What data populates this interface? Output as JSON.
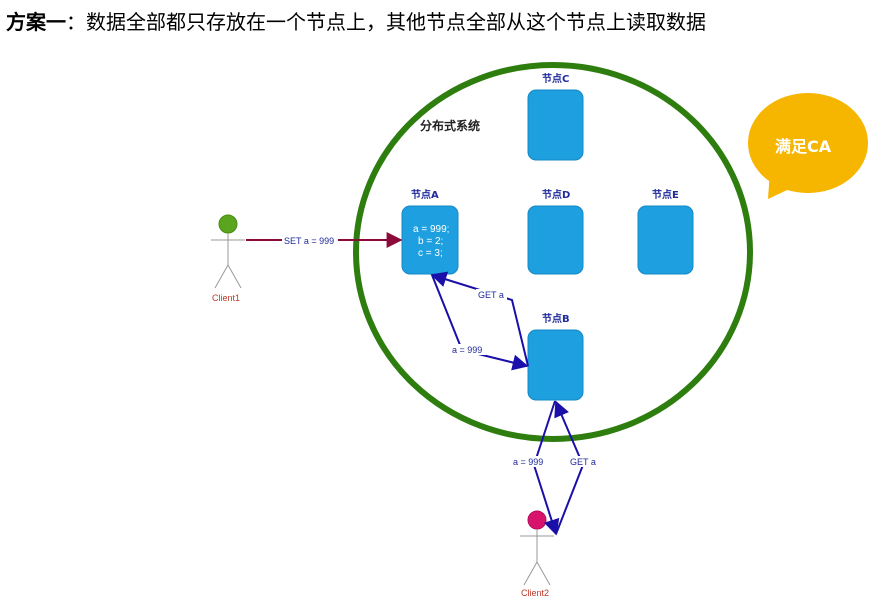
{
  "heading": {
    "bold": "方案一",
    "rest": "：数据全部都只存放在一个节点上，其他节点全部从这个节点上读取数据"
  },
  "system": {
    "label": "分布式系统",
    "ring_color": "#2e7d0f"
  },
  "nodes": {
    "a": {
      "label": "节点A",
      "lines": [
        "a = 999;",
        "b = 2;",
        "c = 3;"
      ]
    },
    "b": {
      "label": "节点B"
    },
    "c": {
      "label": "节点C"
    },
    "d": {
      "label": "节点D"
    },
    "e": {
      "label": "节点E"
    }
  },
  "node_color": "#1ea0e0",
  "edges": {
    "set_a": "SET a = 999",
    "get_a_b_to_a": "GET a",
    "a999_a_to_b": "a = 999",
    "a999_b_to_c2": "a = 999",
    "get_a_c2_to_b": "GET a"
  },
  "clients": {
    "client1": {
      "label": "Client1",
      "head_color": "#5aa51e"
    },
    "client2": {
      "label": "Client2",
      "head_color": "#d8136e"
    }
  },
  "bubble": {
    "text": "满足CA",
    "color": "#f6b600"
  }
}
